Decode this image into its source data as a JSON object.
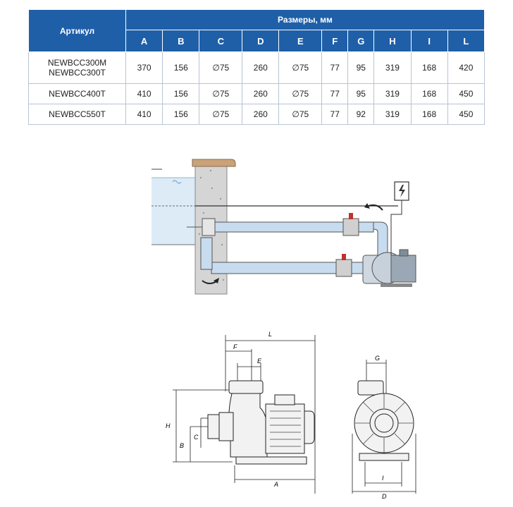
{
  "table": {
    "article_header": "Артикул",
    "group_header": "Размеры, мм",
    "columns": [
      "A",
      "B",
      "C",
      "D",
      "E",
      "F",
      "G",
      "H",
      "I",
      "L"
    ],
    "rows": [
      {
        "article": "NEWBCC300M NEWBCC300T",
        "values": [
          "370",
          "156",
          "∅75",
          "260",
          "∅75",
          "77",
          "95",
          "319",
          "168",
          "420"
        ]
      },
      {
        "article": "NEWBCC400T",
        "values": [
          "410",
          "156",
          "∅75",
          "260",
          "∅75",
          "77",
          "95",
          "319",
          "168",
          "450"
        ]
      },
      {
        "article": "NEWBCC550T",
        "values": [
          "410",
          "156",
          "∅75",
          "260",
          "∅75",
          "77",
          "92",
          "319",
          "168",
          "450"
        ]
      }
    ]
  },
  "dimension_labels": {
    "L": "L",
    "F": "F",
    "E": "E",
    "H": "H",
    "C": "C",
    "B": "B",
    "A": "A",
    "G": "G",
    "I": "I",
    "D": "D"
  },
  "colors": {
    "header_bg": "#1f5fa8",
    "pipe": "#c8dcef",
    "wall": "#d9d9d9",
    "water": "#bcd8ee"
  }
}
